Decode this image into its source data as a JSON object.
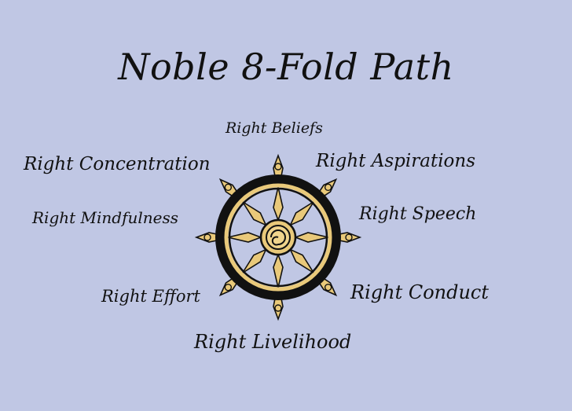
{
  "title": "Noble 8-Fold Path",
  "labels": {
    "top": "Right Beliefs",
    "top_right": "Right  Aspirations",
    "right": "Right Speech",
    "bottom_right": "Right Conduct",
    "bottom": "Right Livelihood",
    "bottom_left": "Right Effort",
    "left": "Right  Mindfulness",
    "top_left": "Right Concentration"
  },
  "wheel_icon": "dharma-wheel-icon",
  "colors": {
    "background": "#c0c7e4",
    "gold": "#e9c97a",
    "gold_dark": "#b8903c",
    "rim": "#111111"
  }
}
